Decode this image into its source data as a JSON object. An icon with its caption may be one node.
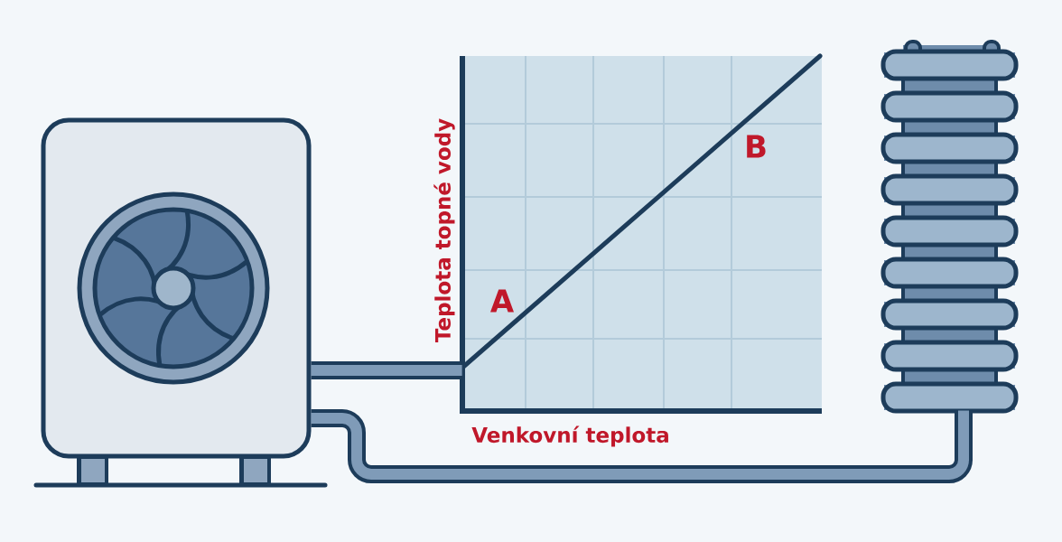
{
  "diagram": {
    "nodes": [
      {
        "text": [],
        "shape": "picture"
      },
      {
        "text": [],
        "shape": "picture",
        "beside": [
          "Teplota topné vody",
          "Venkovní teplota"
        ]
      },
      {
        "text": [],
        "shape": "picture"
      }
    ],
    "edges": [
      {
        "from": 0,
        "to": 1,
        "arrow": "none"
      },
      {
        "from": 0,
        "to": 2,
        "arrow": "none"
      }
    ],
    "labels": [
      "A",
      "B"
    ]
  }
}
